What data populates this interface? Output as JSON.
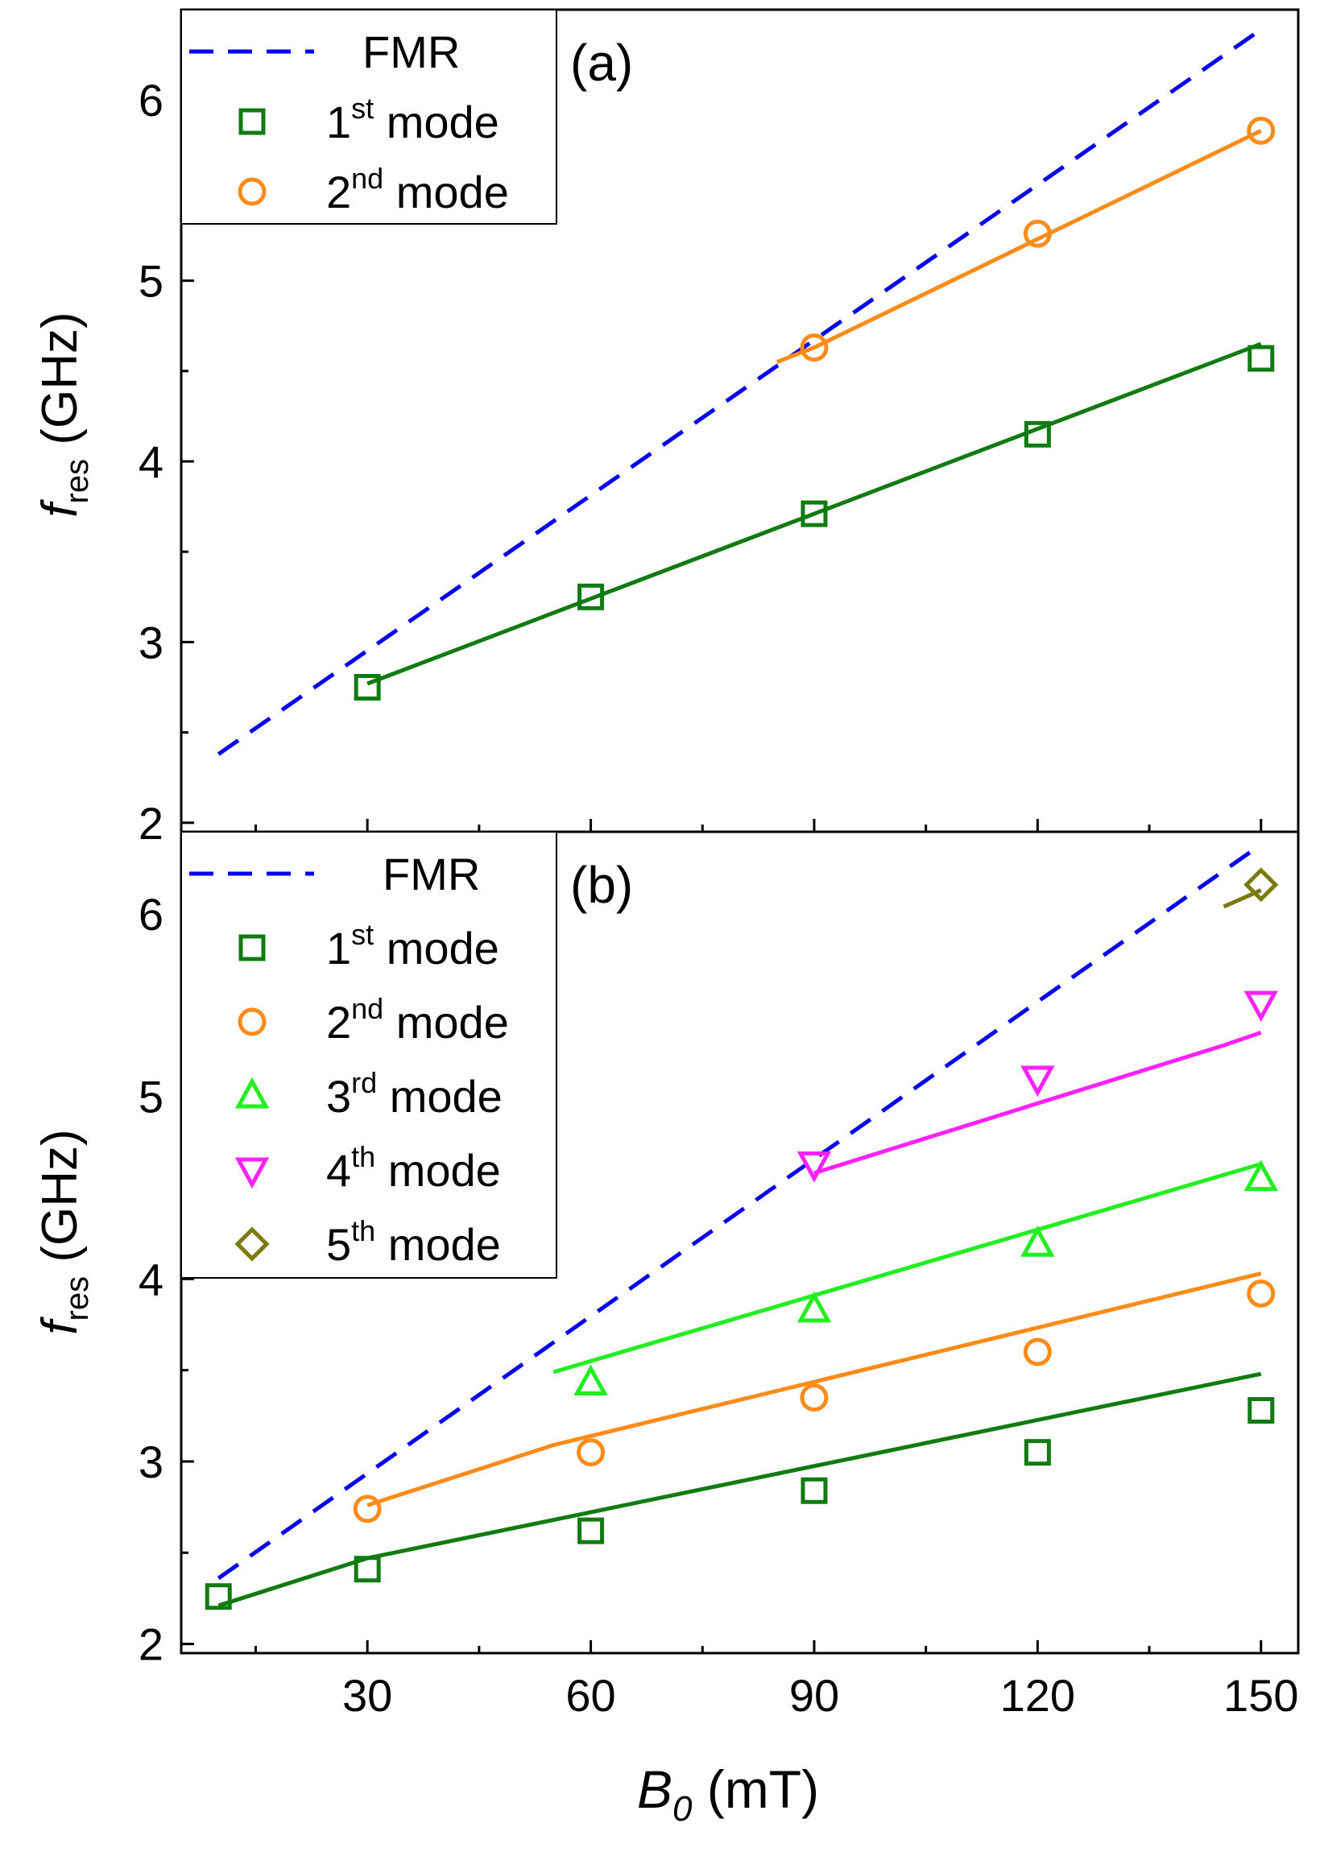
{
  "figure": {
    "xlabel_main": "B",
    "xlabel_sub": "0",
    "xlabel_unit": " (mT)",
    "ylabel_main": "f",
    "ylabel_sub": "res",
    "ylabel_unit": "(GHz)",
    "x_tick_labels": [
      "30",
      "60",
      "90",
      "120",
      "150"
    ],
    "y_tick_labels": [
      "2",
      "3",
      "4",
      "5",
      "6"
    ]
  },
  "chart_data": [
    {
      "type": "scatter",
      "panel_label": "(a)",
      "xlim": [
        5,
        155
      ],
      "ylim": [
        1.95,
        6.5
      ],
      "x_ticks": [
        30,
        60,
        90,
        120,
        150
      ],
      "y_ticks": [
        2,
        3,
        4,
        5,
        6
      ],
      "legend_position": "top-left",
      "legend": [
        {
          "text": "FMR",
          "sup": "",
          "tail": "",
          "marker": "dash",
          "color": "#0000ee"
        },
        {
          "text": "1",
          "sup": "st",
          "tail": " mode",
          "marker": "square",
          "color": "#117a11"
        },
        {
          "text": "2",
          "sup": "nd",
          "tail": " mode",
          "marker": "circle",
          "color": "#ff8c1a"
        }
      ],
      "lines": [
        {
          "style": "dashed",
          "color": "#0000ee",
          "x": [
            10,
            150
          ],
          "y": [
            2.38,
            6.39
          ]
        },
        {
          "style": "solid",
          "color": "#117a11",
          "x": [
            30,
            150
          ],
          "y": [
            2.77,
            4.65
          ]
        },
        {
          "style": "solid",
          "color": "#ff8c1a",
          "x": [
            85,
            90,
            150
          ],
          "y": [
            4.55,
            4.63,
            5.83
          ]
        }
      ],
      "series": [
        {
          "marker": "square",
          "color": "#117a11",
          "x": [
            30,
            60,
            90,
            120,
            150
          ],
          "y": [
            2.75,
            3.25,
            3.71,
            4.15,
            4.57
          ]
        },
        {
          "marker": "circle",
          "color": "#ff8c1a",
          "x": [
            90,
            120,
            150
          ],
          "y": [
            4.63,
            5.26,
            5.83
          ]
        }
      ]
    },
    {
      "type": "scatter",
      "panel_label": "(b)",
      "xlim": [
        5,
        155
      ],
      "ylim": [
        1.95,
        6.45
      ],
      "x_ticks": [
        30,
        60,
        90,
        120,
        150
      ],
      "y_ticks": [
        2,
        3,
        4,
        5,
        6
      ],
      "legend_position": "top-left",
      "legend": [
        {
          "text": "FMR",
          "sup": "",
          "tail": "",
          "marker": "dash",
          "color": "#0000ee"
        },
        {
          "text": "1",
          "sup": "st",
          "tail": " mode",
          "marker": "square",
          "color": "#117a11"
        },
        {
          "text": "2",
          "sup": "nd",
          "tail": " mode",
          "marker": "circle",
          "color": "#ff8c1a"
        },
        {
          "text": "3",
          "sup": "rd",
          "tail": " mode",
          "marker": "triangle-up",
          "color": "#22ee22"
        },
        {
          "text": "4",
          "sup": "th",
          "tail": " mode",
          "marker": "triangle-down",
          "color": "#ff22ff"
        },
        {
          "text": "5",
          "sup": "th",
          "tail": " mode",
          "marker": "diamond",
          "color": "#7a7a10"
        }
      ],
      "lines": [
        {
          "style": "dashed",
          "color": "#0000ee",
          "x": [
            10,
            150
          ],
          "y": [
            2.36,
            6.38
          ]
        },
        {
          "style": "solid",
          "color": "#117a11",
          "x": [
            10,
            30,
            55,
            150
          ],
          "y": [
            2.21,
            2.47,
            2.68,
            3.48
          ]
        },
        {
          "style": "solid",
          "color": "#ff8c1a",
          "x": [
            30,
            55,
            150
          ],
          "y": [
            2.76,
            3.09,
            4.03
          ]
        },
        {
          "style": "solid",
          "color": "#22ee22",
          "x": [
            55,
            150
          ],
          "y": [
            3.49,
            4.63
          ]
        },
        {
          "style": "solid",
          "color": "#ff22ff",
          "x": [
            90,
            145,
            150
          ],
          "y": [
            4.58,
            5.28,
            5.35
          ]
        },
        {
          "style": "solid",
          "color": "#7a7a10",
          "x": [
            145,
            150
          ],
          "y": [
            6.04,
            6.13
          ]
        }
      ],
      "series": [
        {
          "marker": "square",
          "color": "#117a11",
          "x": [
            10,
            30,
            60,
            90,
            120,
            150
          ],
          "y": [
            2.26,
            2.41,
            2.62,
            2.84,
            3.05,
            3.28
          ]
        },
        {
          "marker": "circle",
          "color": "#ff8c1a",
          "x": [
            30,
            60,
            90,
            120,
            150
          ],
          "y": [
            2.74,
            3.05,
            3.35,
            3.6,
            3.92
          ]
        },
        {
          "marker": "triangle-up",
          "color": "#22ee22",
          "x": [
            60,
            90,
            120,
            150
          ],
          "y": [
            3.43,
            3.83,
            4.19,
            4.55
          ]
        },
        {
          "marker": "triangle-down",
          "color": "#ff22ff",
          "x": [
            90,
            120,
            150
          ],
          "y": [
            4.63,
            5.1,
            5.51
          ]
        },
        {
          "marker": "diamond",
          "color": "#7a7a10",
          "x": [
            150
          ],
          "y": [
            6.16
          ]
        }
      ]
    }
  ]
}
